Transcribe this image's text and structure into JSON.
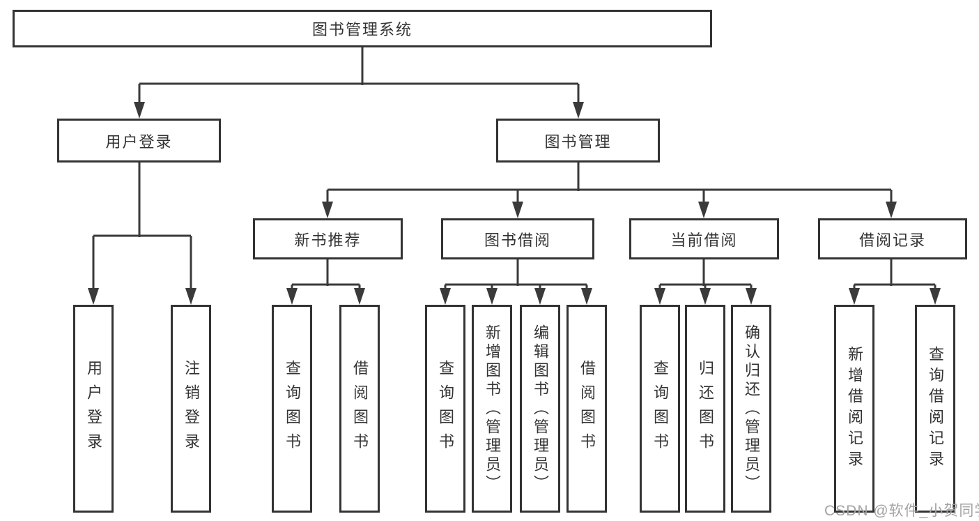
{
  "tree": {
    "label": "图书管理系统",
    "children": [
      {
        "label": "用户登录",
        "children": [
          {
            "label": "用户登录"
          },
          {
            "label": "注销登录"
          }
        ]
      },
      {
        "label": "图书管理",
        "children": [
          {
            "label": "新书推荐",
            "children": [
              {
                "label": "查询图书"
              },
              {
                "label": "借阅图书"
              }
            ]
          },
          {
            "label": "图书借阅",
            "children": [
              {
                "label": "查询图书"
              },
              {
                "label": "新增图书（管理员）"
              },
              {
                "label": "编辑图书（管理员）"
              },
              {
                "label": "借阅图书"
              }
            ]
          },
          {
            "label": "当前借阅",
            "children": [
              {
                "label": "查询图书"
              },
              {
                "label": "归还图书"
              },
              {
                "label": "确认归还（管理员）"
              }
            ]
          },
          {
            "label": "借阅记录",
            "children": [
              {
                "label": "新增借阅记录"
              },
              {
                "label": "查询借阅记录"
              }
            ]
          }
        ]
      }
    ]
  },
  "watermark": {
    "text": "CSDN @软件_小贺同学",
    "color": "#a3a3a3"
  },
  "colors": {
    "background": "#ffffff",
    "box_border": "#333333",
    "connector_line": "#3a3a3a",
    "text": "#333333"
  }
}
